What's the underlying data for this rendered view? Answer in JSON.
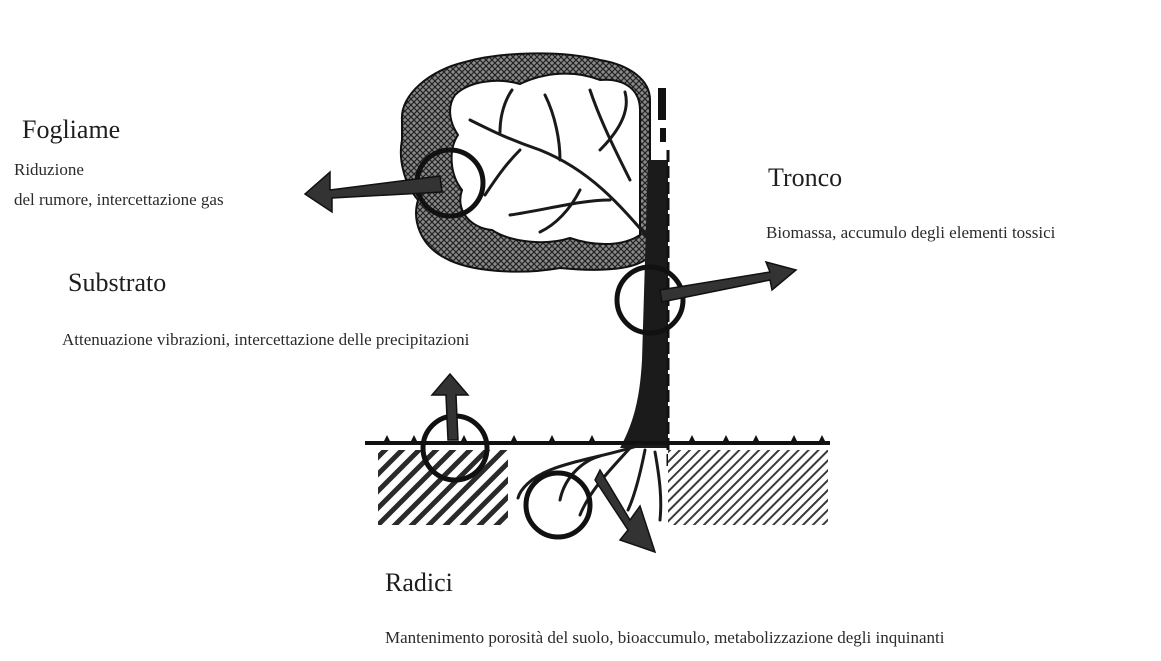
{
  "fogliame": {
    "title": "Fogliame",
    "desc_line1": "Riduzione",
    "desc_line2": "del rumore, intercettazione gas"
  },
  "tronco": {
    "title": "Tronco",
    "desc": "Biomassa, accumulo degli elementi tossici"
  },
  "substrato": {
    "title": "Substrato",
    "desc": "Attenuazione vibrazioni, intercettazione delle precipitazioni"
  },
  "radici": {
    "title": "Radici",
    "desc": "Mantenimento porosità del suolo, bioaccumulo, metabolizzazione degli inquinanti"
  }
}
